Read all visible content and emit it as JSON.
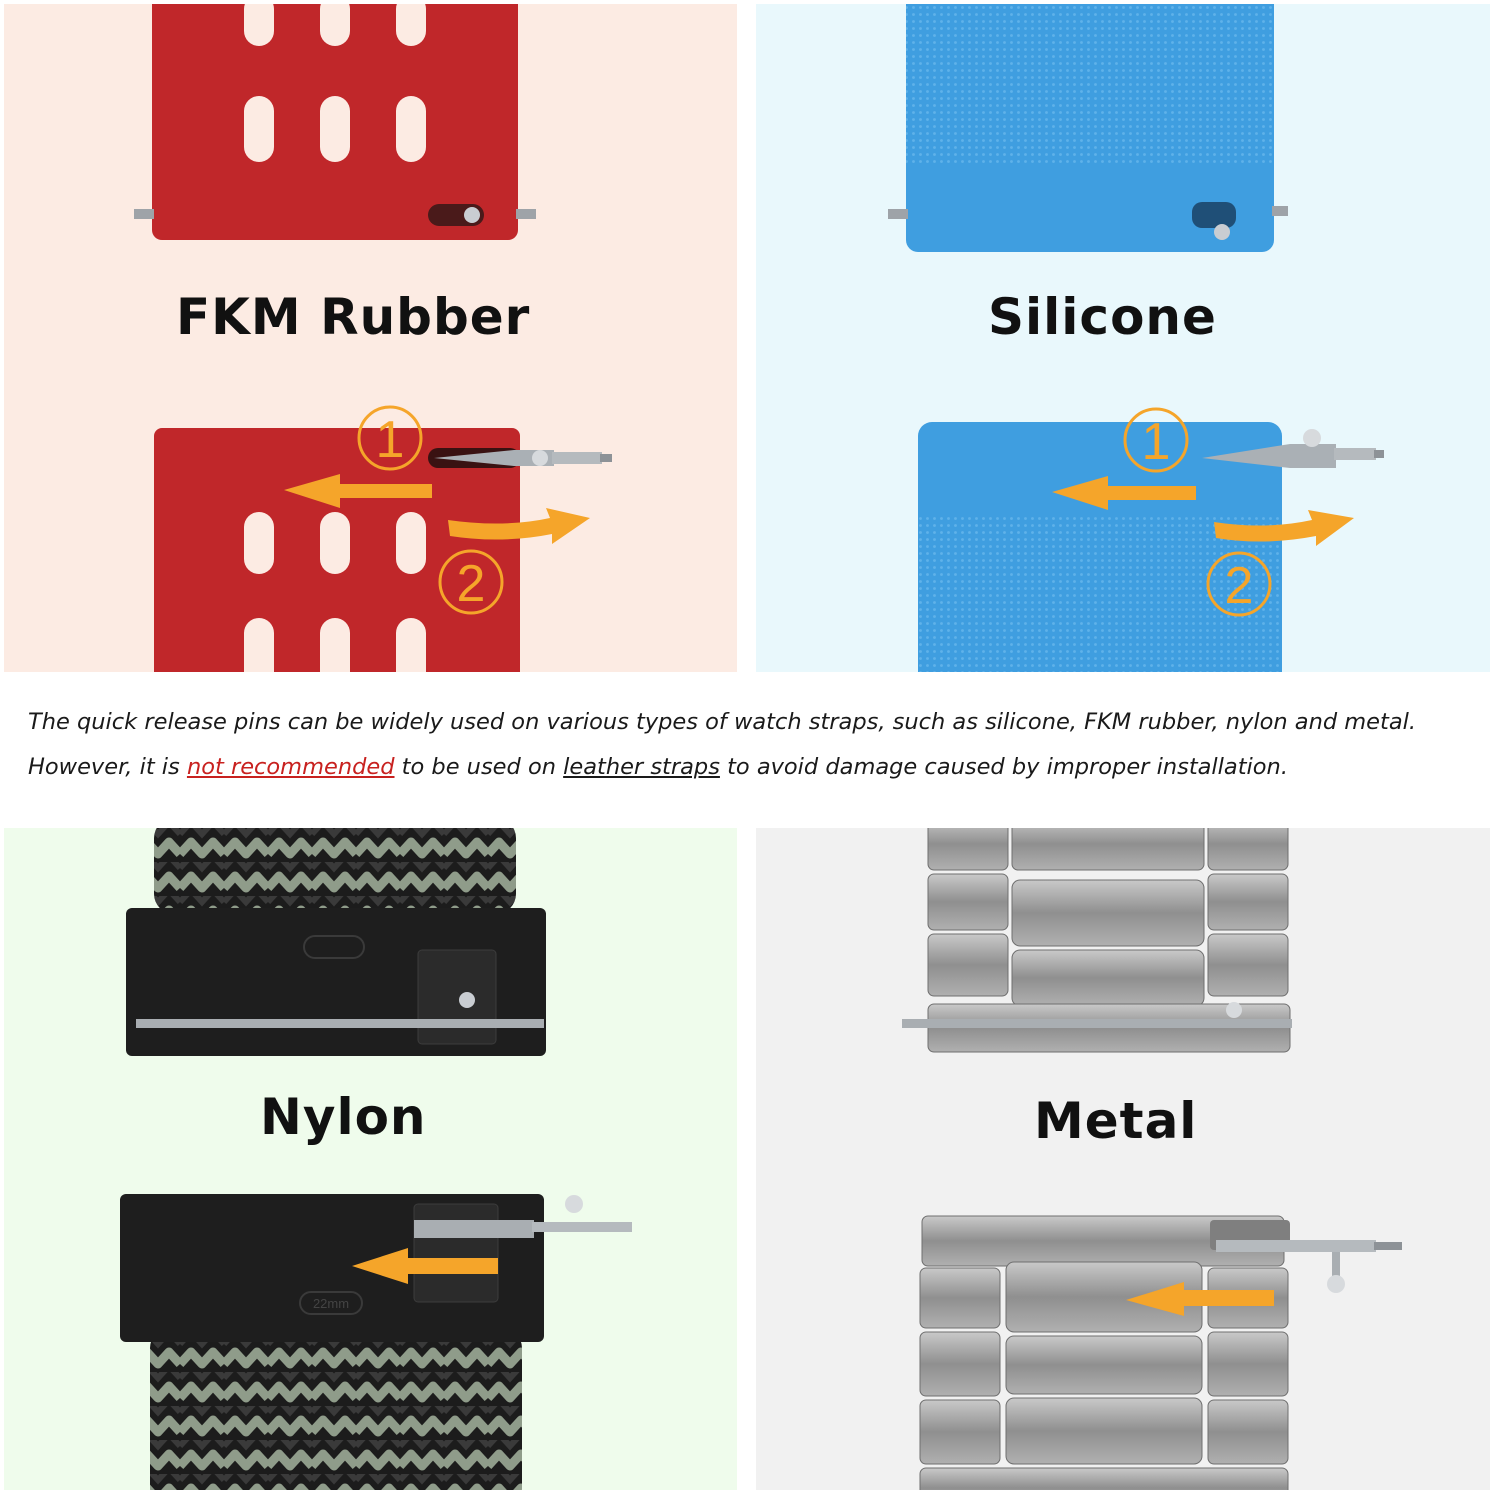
{
  "panels": {
    "fkm": {
      "label": "FKM Rubber",
      "step1": "1",
      "step2": "2",
      "color": "#c0272a"
    },
    "silicone": {
      "label": "Silicone",
      "step1": "1",
      "step2": "2",
      "color": "#3f9ee0"
    },
    "nylon": {
      "label": "Nylon",
      "clip_marking": "22mm",
      "color": "#1e1e1e"
    },
    "metal": {
      "label": "Metal",
      "color": "#9a9a9a"
    }
  },
  "caption": {
    "line1": "The quick release pins can be widely used on various types of watch straps, such as silicone, FKM rubber, nylon and metal.",
    "line2_a": "However, it is ",
    "line2_warn": "not recommended",
    "line2_b": " to be used on ",
    "line2_leather": "leather straps",
    "line2_c": " to avoid damage caused by improper installation."
  },
  "colors": {
    "arrow": "#f5a52a",
    "pin": "#9ea3a8"
  }
}
